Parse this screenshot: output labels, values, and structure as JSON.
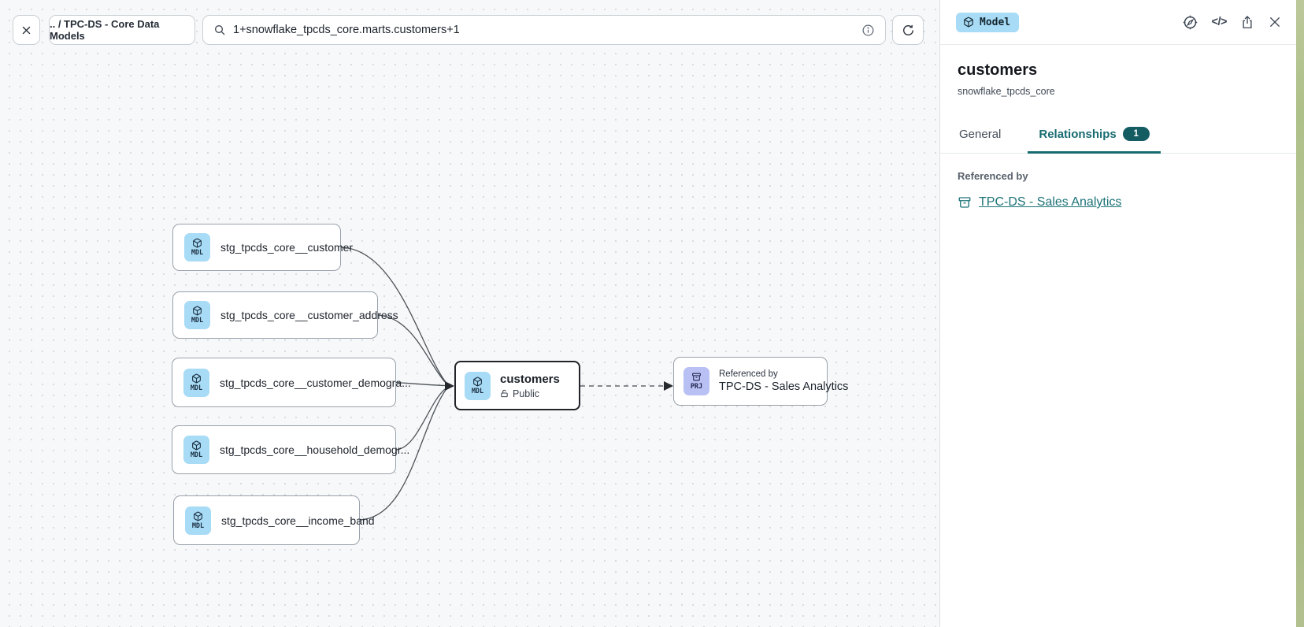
{
  "colors": {
    "accent_teal": "#176b70",
    "model_badge_blue": "#a7dbf6",
    "project_badge_purple": "#b9c0f4",
    "canvas_background": "#f7f8f9",
    "selected_node_border": "#212429",
    "wallpaper_green": "#b0c18c"
  },
  "toolbar": {
    "breadcrumb": ".. / TPC-DS - Core Data Models",
    "search_value": "1+snowflake_tpcds_core.marts.customers+1"
  },
  "panel": {
    "type_badge": "Model",
    "code_glyph": "</>",
    "title": "customers",
    "subtitle": "snowflake_tpcds_core",
    "tabs": [
      {
        "label": "General"
      },
      {
        "label": "Relationships",
        "count": "1"
      }
    ],
    "section_label": "Referenced by",
    "reference_link": "TPC-DS - Sales Analytics"
  },
  "canvas": {
    "upstream": [
      {
        "badge": "MDL",
        "label": "stg_tpcds_core__customer"
      },
      {
        "badge": "MDL",
        "label": "stg_tpcds_core__customer_address"
      },
      {
        "badge": "MDL",
        "label": "stg_tpcds_core__customer_demogra..."
      },
      {
        "badge": "MDL",
        "label": "stg_tpcds_core__household_demogr..."
      },
      {
        "badge": "MDL",
        "label": "stg_tpcds_core__income_band"
      }
    ],
    "selected": {
      "badge": "MDL",
      "label": "customers",
      "visibility": "Public"
    },
    "referenced": {
      "badge": "PRJ",
      "caption": "Referenced by",
      "label": "TPC-DS - Sales Analytics"
    }
  }
}
